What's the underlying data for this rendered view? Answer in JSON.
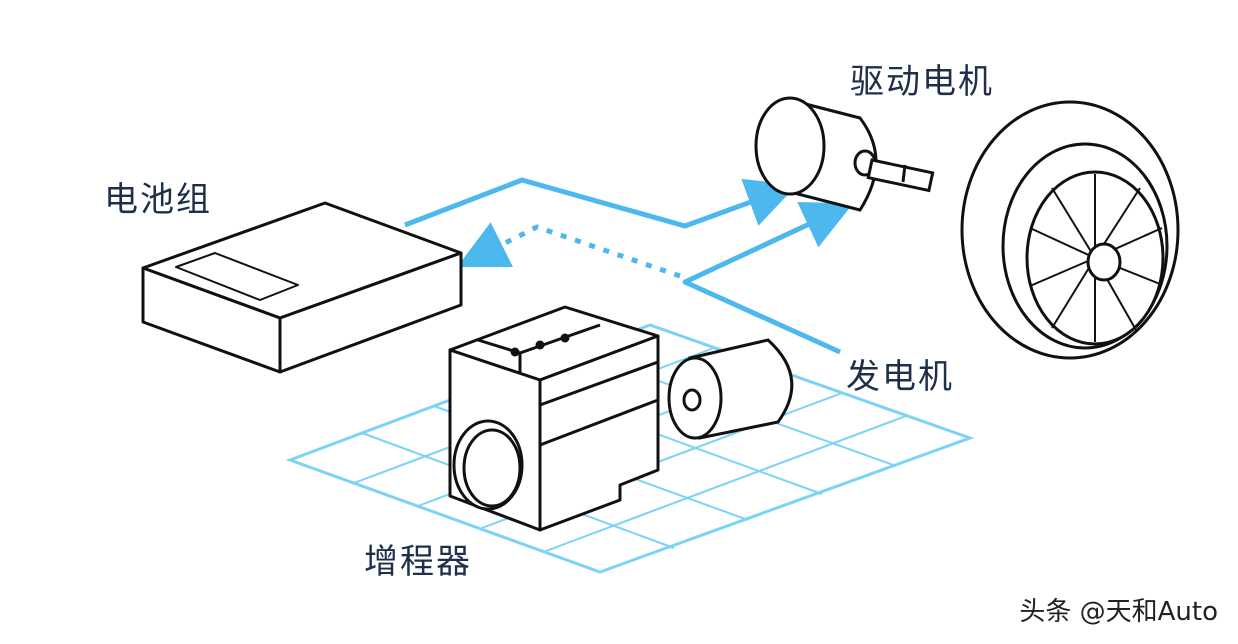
{
  "labels": {
    "battery": "电池组",
    "drive_motor": "驱动电机",
    "generator": "发电机",
    "range_extender": "增程器"
  },
  "watermark": "头条 @天和Auto",
  "colors": {
    "flow_line": "#4db8ee",
    "grid": "#7dd3f5",
    "outline": "#111111",
    "label": "#1f2f4a"
  }
}
